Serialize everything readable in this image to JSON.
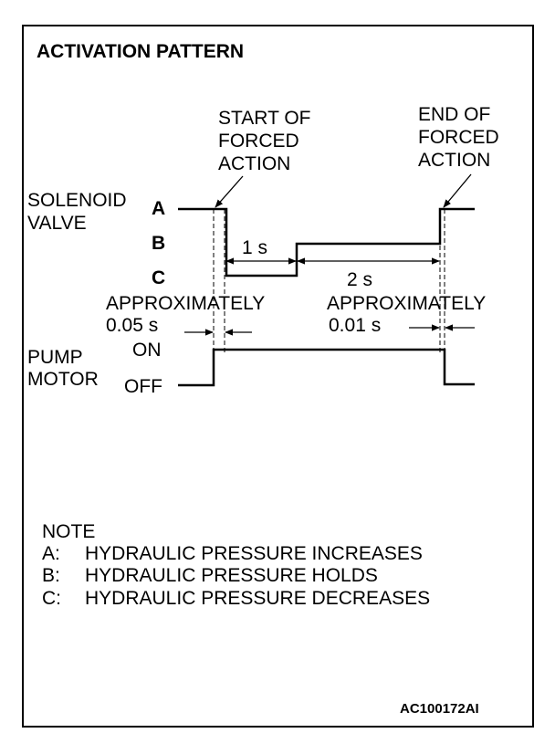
{
  "title": "ACTIVATION PATTERN",
  "annotations": {
    "start": [
      "START OF",
      "FORCED",
      "ACTION"
    ],
    "end": [
      "END OF",
      "FORCED",
      "ACTION"
    ]
  },
  "solenoid": {
    "label": [
      "SOLENOID",
      "VALVE"
    ],
    "levels": [
      "A",
      "B",
      "C"
    ]
  },
  "durations": {
    "one": "1 s",
    "two": "2 s"
  },
  "approx_left": {
    "label": "APPROXIMATELY",
    "value": "0.05 s"
  },
  "approx_right": {
    "label": "APPROXIMATELY",
    "value": "0.01 s"
  },
  "pump": {
    "label": [
      "PUMP",
      "MOTOR"
    ],
    "on": "ON",
    "off": "OFF"
  },
  "note": {
    "heading": "NOTE",
    "items": [
      {
        "key": "A:",
        "text": "HYDRAULIC PRESSURE INCREASES"
      },
      {
        "key": "B:",
        "text": "HYDRAULIC PRESSURE HOLDS"
      },
      {
        "key": "C:",
        "text": "HYDRAULIC PRESSURE DECREASES"
      }
    ]
  },
  "figure_id": "AC100172AI"
}
